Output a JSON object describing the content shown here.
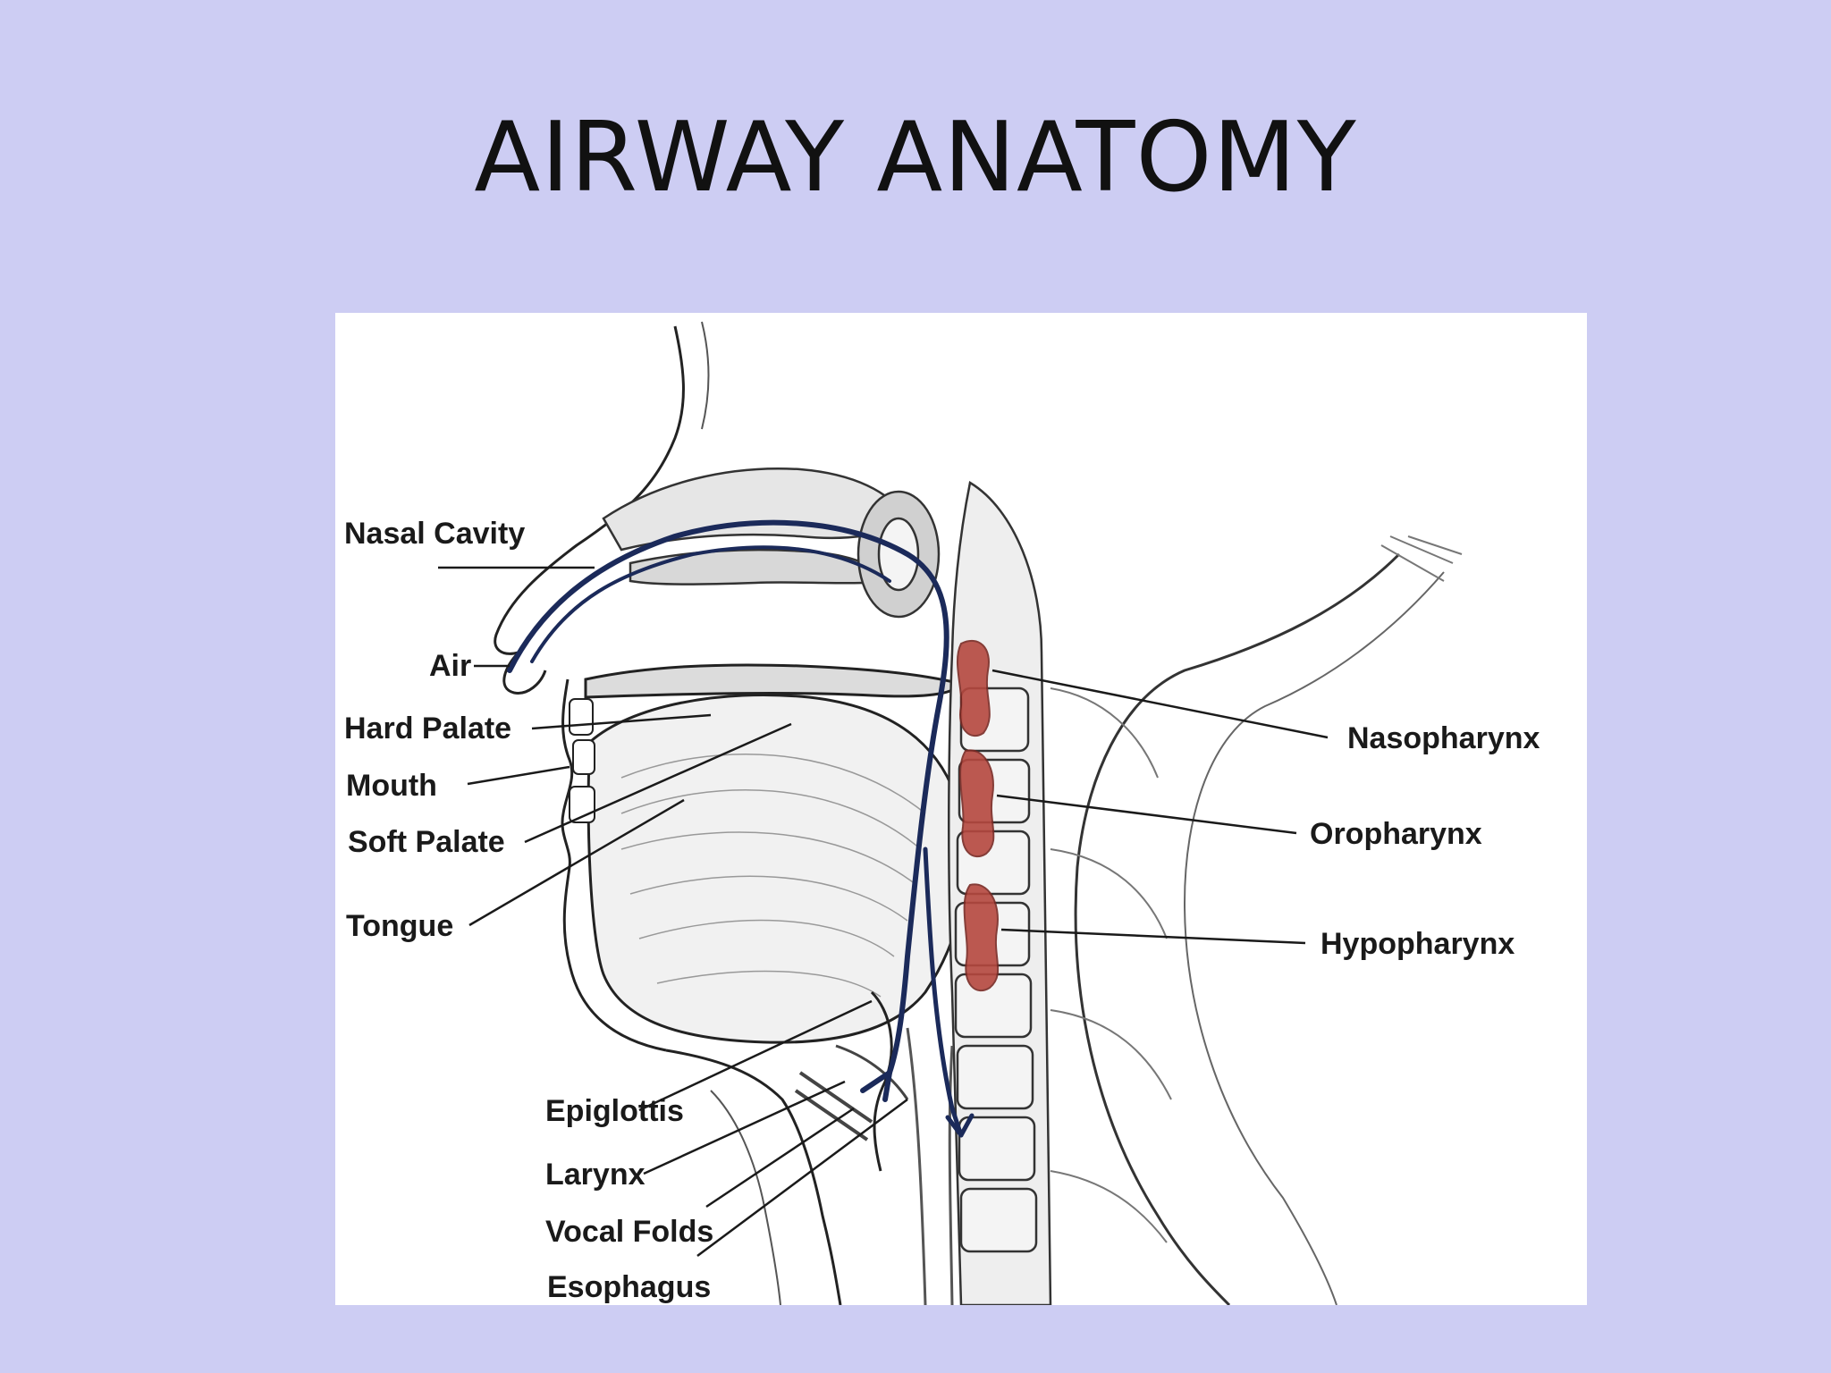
{
  "slide": {
    "title": "AIRWAY ANATOMY"
  },
  "diagram": {
    "labels": {
      "nasal_cavity": "Nasal Cavity",
      "air": "Air",
      "hard_palate": "Hard Palate",
      "mouth": "Mouth",
      "soft_palate": "Soft Palate",
      "tongue": "Tongue",
      "epiglottis": "Epiglottis",
      "larynx": "Larynx",
      "vocal_folds": "Vocal Folds",
      "esophagus": "Esophagus",
      "nasopharynx": "Nasopharynx",
      "oropharynx": "Oropharynx",
      "hypopharynx": "Hypopharynx"
    },
    "colors": {
      "background": "#cdcdf3",
      "airflow": "#1b2a5a",
      "pharynx_highlight": "#b5483f"
    }
  }
}
